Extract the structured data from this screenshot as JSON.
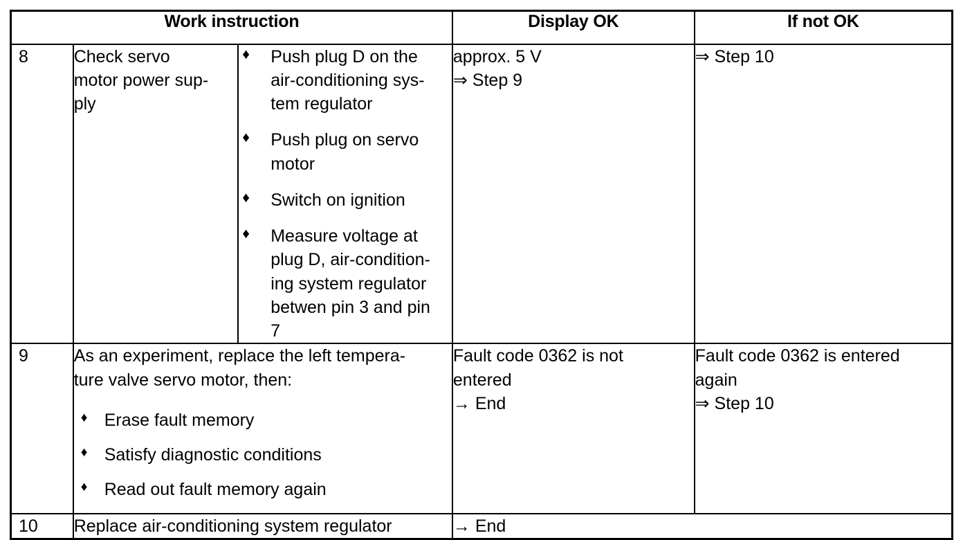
{
  "document": {
    "kind": "work-instruction-table",
    "columns": {
      "step": "",
      "work_instruction": "Work instruction",
      "display_ok": "Display OK",
      "if_not_ok": "If not OK"
    }
  },
  "bullet_glyph": "♦",
  "rows": [
    {
      "step": "8",
      "instruction_title_lines": [
        "Check servo",
        "motor power sup-",
        "ply"
      ],
      "instruction_title": "Check servo motor power sup-ply",
      "bullets": [
        "Push plug D on the air-conditioning sys-tem regulator",
        "Push plug on servo motor",
        "Switch on ignition",
        "Measure voltage at plug D, air-condition-ing system regulator betwen pin 3 and pin 7"
      ],
      "bullet_lines": [
        [
          "Push plug D on the",
          "air-conditioning sys-",
          "tem regulator"
        ],
        [
          "Push plug on servo",
          "motor"
        ],
        [
          "Switch on ignition"
        ],
        [
          "Measure voltage at",
          "plug D, air-condition-",
          "ing system regulator",
          "betwen pin 3 and pin",
          "7"
        ]
      ],
      "display_ok_lines": [
        "approx. 5 V",
        "⇒ Step 9"
      ],
      "if_not_ok_lines": [
        "⇒ Step 10"
      ]
    },
    {
      "step": "9",
      "instruction_title_lines": [
        "As an experiment, replace the left tempera-",
        "ture valve servo motor, then:"
      ],
      "instruction_title": "As an experiment, replace the left tempera-ture valve servo motor, then:",
      "bullets": [
        "Erase fault memory",
        "Satisfy diagnostic conditions",
        "Read out fault memory again"
      ],
      "display_ok_lines": [
        "Fault code 0362 is not",
        "entered",
        "→ End"
      ],
      "if_not_ok_lines": [
        "Fault code 0362 is entered",
        "again",
        "⇒ Step 10"
      ]
    },
    {
      "step": "10",
      "instruction_title_lines": [
        "Replace air-conditioning system regulator"
      ],
      "instruction_title": "Replace air-conditioning system regulator",
      "bullets": [],
      "display_ok_lines": [
        "→ End"
      ],
      "if_not_ok_lines": []
    }
  ],
  "colors": {
    "ink": "#000000",
    "paper": "#ffffff",
    "rule": "#000000"
  }
}
